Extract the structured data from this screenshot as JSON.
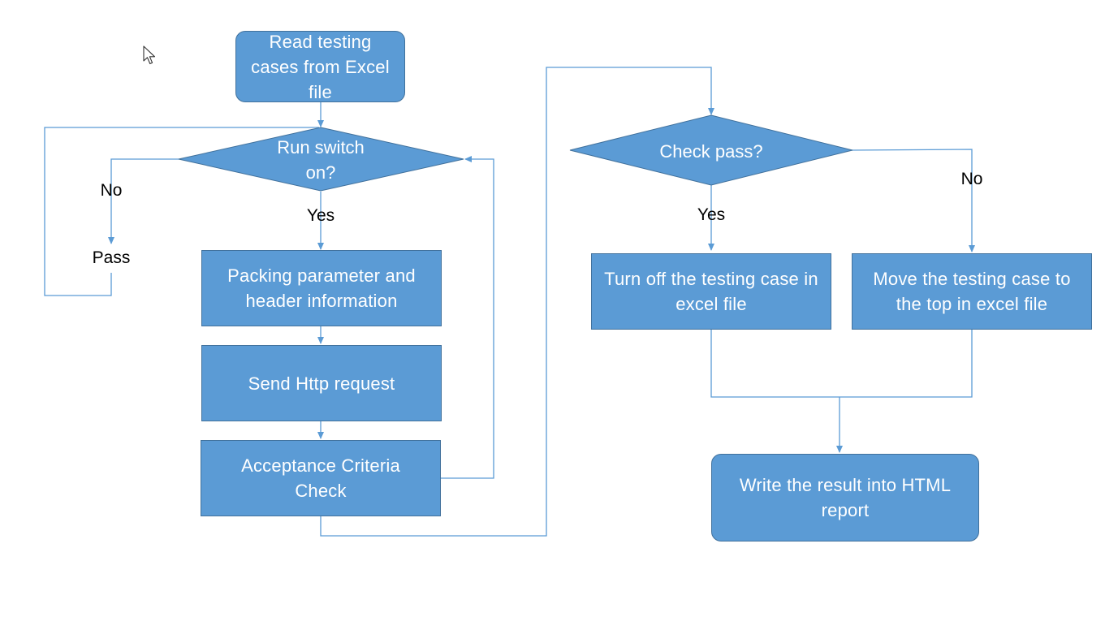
{
  "nodes": {
    "read_cases": "Read testing cases from Excel file",
    "run_switch": "Run switch on?",
    "pass": "Pass",
    "packing": "Packing parameter and header information",
    "send_http": "Send Http request",
    "acceptance": "Acceptance Criteria Check",
    "check_pass": "Check pass?",
    "turn_off": "Turn off the testing case in excel file",
    "move_top": "Move the testing case to the top in excel file",
    "write_result": "Write the result into HTML report"
  },
  "edge_labels": {
    "run_no": "No",
    "run_yes": "Yes",
    "check_yes": "Yes",
    "check_no": "No"
  },
  "colors": {
    "node_fill": "#5b9bd5",
    "node_stroke": "#41719c",
    "connector": "#5b9bd5"
  }
}
